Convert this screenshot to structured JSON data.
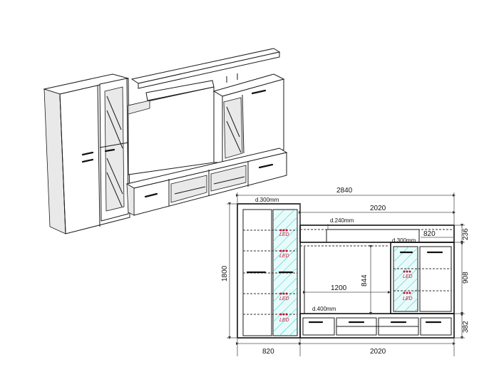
{
  "dimensions": {
    "total_width": "2840",
    "top_width": "2020",
    "depth_left": "d.300mm",
    "depth_shelf": "d.240mm",
    "depth_right": "d.300mm",
    "depth_low": "d.400mm",
    "right_width": "820",
    "shelf_height": "236",
    "total_height": "1800",
    "cabinet_height": "908",
    "base_height": "382",
    "opening_width": "1200",
    "opening_height": "844",
    "bottom_left": "820",
    "bottom_right": "2020"
  },
  "led_labels": [
    "LED",
    "LED",
    "LED",
    "LED",
    "LED",
    "LED"
  ]
}
